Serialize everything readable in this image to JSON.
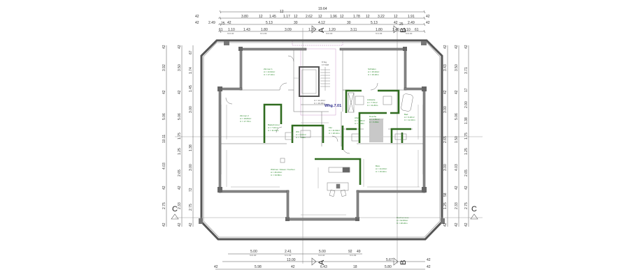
{
  "drawing": {
    "type": "floor-plan",
    "unit_label": "Whg.7.01",
    "section_markers": [
      "A",
      "B",
      "C"
    ],
    "colors": {
      "background": "#ffffff",
      "wall": "#8a8a8a",
      "green_wall": "#2f6b1f",
      "room_text": "#2e8b2e",
      "unit_text": "#2a2a8a",
      "section_line": "#c080c0"
    }
  },
  "dimensions": {
    "top": {
      "overall": "19.64",
      "wall_mark": "12",
      "row1": [
        "42",
        "3.80",
        "12",
        "1.45",
        "1.17",
        "12",
        "2.62",
        "12",
        "1.96",
        "12",
        "1.78",
        "12",
        "3.22",
        "12",
        "1.91",
        "42"
      ],
      "row2": [
        "42",
        "2.49",
        "25",
        "42",
        "5.13",
        "30",
        "4.12",
        "30",
        "5.13",
        "42",
        "25",
        "2.49",
        "42"
      ],
      "row3": [
        "61",
        "1.10",
        "1.43",
        "1.80",
        "3.09",
        "1.20",
        "1.20",
        "3.11",
        "1.80",
        "1.40",
        "1.10",
        "61"
      ],
      "window_heights": [
        "h=2.40",
        "h=1.93",
        "h=2.40",
        "h=1.93",
        "h=2.40"
      ]
    },
    "bottom": {
      "row1": [
        "5.00",
        "2.41",
        "5.00",
        "92",
        "49"
      ],
      "row2": [
        "13.00",
        "5.67",
        "42"
      ],
      "row3": [
        "42",
        "5.98",
        "42",
        "6.43",
        "18",
        "5.80",
        "42"
      ],
      "window_heights": [
        "h=2.40",
        "h=1.93",
        "h=2.40",
        "h=1.93"
      ]
    },
    "left": {
      "outer": [
        "42",
        "3.92",
        "42",
        "5.06",
        "10.11",
        "17",
        "4.03",
        "42",
        "2.75",
        "42"
      ],
      "middle": [
        "42",
        "3.50",
        "42",
        "1.45",
        "2.22",
        "1.88",
        "1.75",
        "1.25",
        "2.65",
        "42",
        "2.33",
        "42"
      ],
      "inner": [
        "67",
        "1.74",
        "17",
        "3.00",
        "1.38",
        "3.00",
        "72",
        "2.75",
        "42"
      ]
    },
    "right": {
      "outer": [
        "42",
        "3.43",
        "42",
        "3.00",
        "2.65",
        "3.00",
        "58",
        "1.25",
        "42"
      ],
      "middle": [
        "42",
        "3.50",
        "42",
        "5.06",
        "17",
        "1.50",
        "4.03",
        "42",
        "2.33",
        "42"
      ],
      "inner": [
        "42",
        "3.71",
        "17",
        "2.00",
        "1.38",
        "1.75",
        "1.25",
        "2.65",
        "42",
        "2.75",
        "42"
      ]
    }
  },
  "rooms": [
    {
      "name": "Zimmer 1",
      "area": "A = 14.90m²",
      "perimeter": "U = 17.10m"
    },
    {
      "name": "Schlafen",
      "area": "A = 15.30m²",
      "perimeter": "U = 16.20m"
    },
    {
      "name": "Zimmer 2",
      "area": "A = 18.80m²",
      "perimeter": "U = 17.70m"
    },
    {
      "name": "Badezimmer",
      "area": "A = 7.10m²",
      "perimeter": "U = 11.00m"
    },
    {
      "name": "WC",
      "area": "A = 3.10m²",
      "perimeter": "U = 7.20m"
    },
    {
      "name": "Flur",
      "area": "A = 11.60m²",
      "perimeter": "U = 18.10m"
    },
    {
      "name": "Ankleide",
      "area": "A = 7.70m²",
      "perimeter": "U = 11.80m"
    },
    {
      "name": "Bad",
      "area": "A = 9.20m²",
      "perimeter": "U = 12.40m"
    },
    {
      "name": "Abst.",
      "area": "A = 3.30m²",
      "perimeter": "U = 7.40m"
    },
    {
      "name": "Dusche",
      "area": "A = 2.80m²",
      "perimeter": "U = 6.80m"
    },
    {
      "name": "Wohnen / Essen / Kochen",
      "area": "A = 46.20m²",
      "perimeter": "U = 33.80m"
    },
    {
      "name": "Büro",
      "area": "A = 14.20m²",
      "perimeter": "U = 15.40m"
    },
    {
      "name": "Dachterrasse",
      "area": "A = 62.80m²",
      "perimeter": "U = 48.20m"
    },
    {
      "name": "Treppenhaus",
      "area": "A = 14.40m²",
      "perimeter": "U = 16.00m"
    },
    {
      "name": "Aufzug",
      "area": "A = 4.20m²",
      "perimeter": "U = 8.20m"
    }
  ],
  "stair": {
    "label": "8 Stg.",
    "sub": "17.5/28"
  }
}
